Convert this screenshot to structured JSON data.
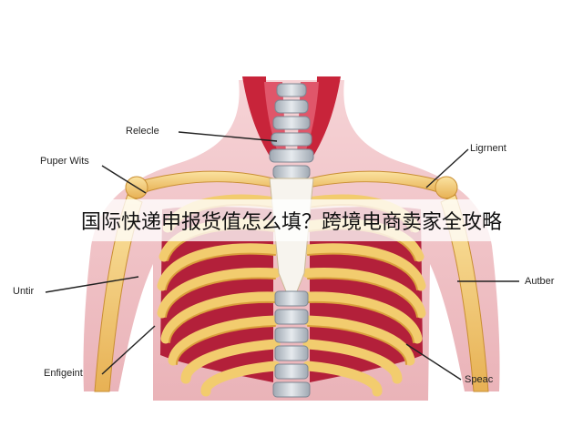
{
  "labels": {
    "relecle": "Relecle",
    "puper_wits": "Puper Wits",
    "ligament": "Ligrnent",
    "untir": "Untir",
    "autber": "Autber",
    "enfigent": "Enfigeint",
    "speac": "Speac"
  },
  "banner": {
    "text": "国际快递申报货值怎么填？跨境电商卖家全攻略"
  },
  "colors": {
    "bone": "#f2cc6e",
    "bone_shadow": "#d99f3c",
    "muscle": "#c8243a",
    "skin": "#f0c0c4",
    "vertebra": "#c9cfd6"
  }
}
